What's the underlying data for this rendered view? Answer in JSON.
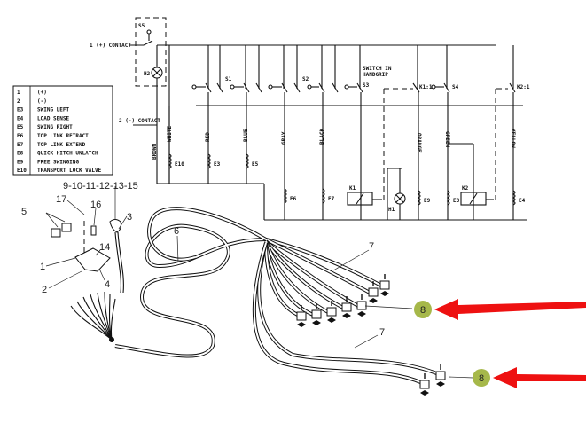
{
  "schematic": {
    "switch_s5": "S5",
    "lamp_h2": "H2",
    "lamp_h1": "H1",
    "contact_plus": "1 (+) CONTACT",
    "contact_minus": "2 (-) CONTACT",
    "switches": [
      "S1",
      "S2",
      "S3",
      "S4"
    ],
    "relay_contacts": [
      "K1:1",
      "K2:1"
    ],
    "relays": [
      "K1",
      "K2"
    ],
    "handgrip_note": [
      "SWITCH IN",
      "HANDGRIP"
    ],
    "wires": [
      "BROWN",
      "WHITE",
      "RED",
      "BLUE",
      "GRAY",
      "BLACK",
      "ORANGE",
      "GREEN",
      "YELLOW"
    ],
    "coils": [
      "E10",
      "E3",
      "E5",
      "E6",
      "E7",
      "E9",
      "E8",
      "E4"
    ]
  },
  "legend": {
    "rows": [
      {
        "code": "1",
        "desc": "(+)"
      },
      {
        "code": "2",
        "desc": "(-)"
      },
      {
        "code": "E3",
        "desc": "SWING LEFT"
      },
      {
        "code": "E4",
        "desc": "LOAD SENSE"
      },
      {
        "code": "E5",
        "desc": "SWING RIGHT"
      },
      {
        "code": "E6",
        "desc": "TOP LINK RETRACT"
      },
      {
        "code": "E7",
        "desc": "TOP LINK EXTEND"
      },
      {
        "code": "E8",
        "desc": "QUICK HITCH UNLATCH"
      },
      {
        "code": "E9",
        "desc": "FREE SWINGING"
      },
      {
        "code": "E10",
        "desc": "TRANSPORT LOCK VALVE"
      }
    ]
  },
  "callouts": {
    "group": "9-10-11-12-13-15",
    "c1": "1",
    "c2": "2",
    "c3": "3",
    "c4": "4",
    "c5": "5",
    "c6": "6",
    "c7a": "7",
    "c7b": "7",
    "c14": "14",
    "c16": "16",
    "c17": "17",
    "c8a": "8",
    "c8b": "8"
  },
  "highlight": {
    "badge_color": "#a6b84a",
    "arrow_color": "#ee1111"
  }
}
